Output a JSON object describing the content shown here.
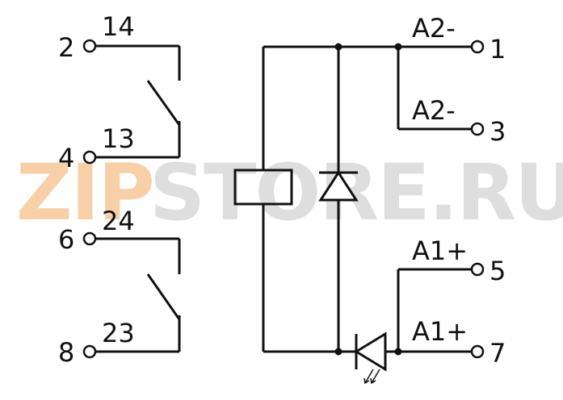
{
  "watermark": {
    "part1": "ZIP",
    "part2": "STORE.RU",
    "color1": "#f6c89a",
    "color2": "#d9d9d9"
  },
  "contacts": {
    "k1": {
      "common_pin": "4",
      "common_label": "13",
      "no_pin": "2",
      "no_label": "14"
    },
    "k2": {
      "common_pin": "8",
      "common_label": "23",
      "no_pin": "6",
      "no_label": "24"
    }
  },
  "supply": {
    "a2_top_label": "A2-",
    "a2_top_pin": "1",
    "a2_bottom_label": "A2-",
    "a2_bottom_pin": "3",
    "a1_top_label": "A1+",
    "a1_top_pin": "5",
    "a1_bottom_label": "A1+",
    "a1_bottom_pin": "7"
  },
  "colors": {
    "line": "#111111",
    "background": "#ffffff"
  }
}
